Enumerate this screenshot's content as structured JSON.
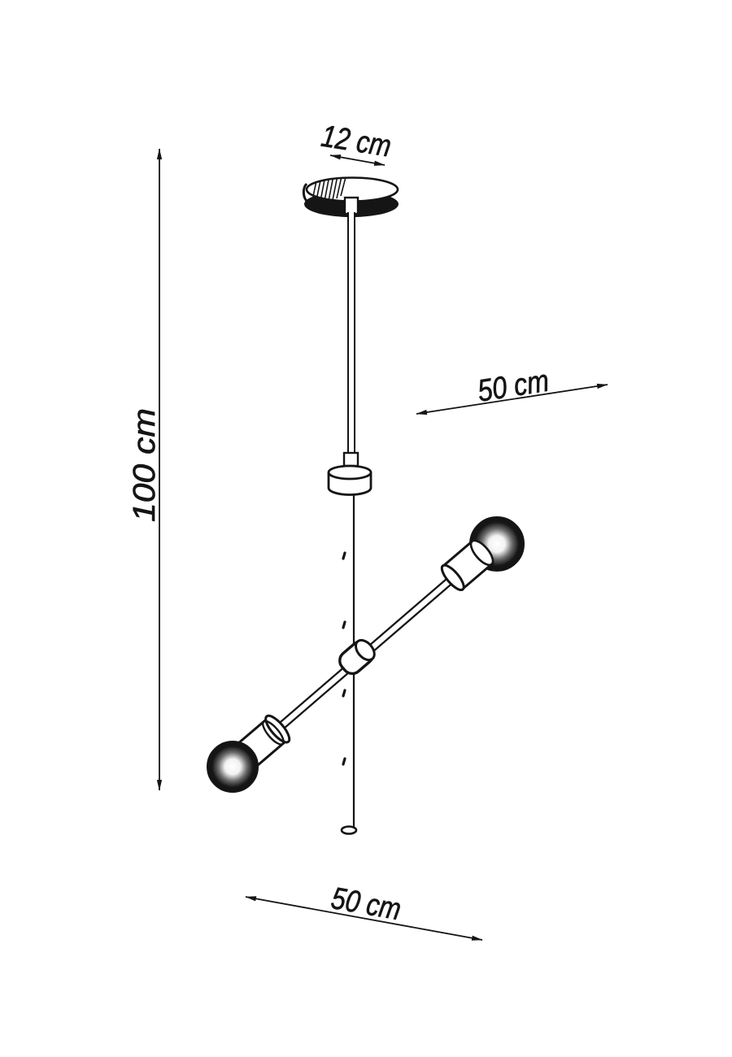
{
  "colors": {
    "background": "#ffffff",
    "ink": "#151515"
  },
  "labels": {
    "canopy_diameter": "12 cm",
    "total_height": "100 cm",
    "upper_arm_length": "50 cm",
    "lower_arm_length": "50 cm"
  }
}
